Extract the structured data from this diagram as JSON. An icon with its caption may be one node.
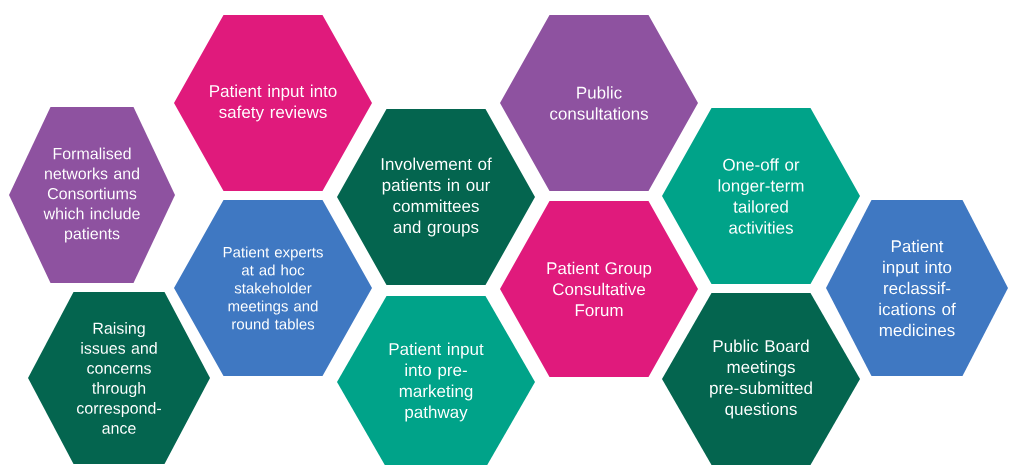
{
  "diagram": {
    "nodes": [
      {
        "text": [
          "Formalised networks and Consortiums which include patients"
        ]
      },
      {
        "text": [
          "Raising issues and concerns through correspond-ance"
        ]
      },
      {
        "text": [
          "Patient input into safety reviews"
        ]
      },
      {
        "text": [
          "Patient experts at ad hoc stakeholder meetings and round tables"
        ]
      },
      {
        "text": [
          "Involvement of patients in our committees and groups"
        ]
      },
      {
        "text": [
          "Patient input into pre-marketing pathway"
        ]
      },
      {
        "text": [
          "Public consultations"
        ]
      },
      {
        "text": [
          "Patient Group Consultative Forum"
        ]
      },
      {
        "text": [
          "One-off or longer-term tailored activities"
        ]
      },
      {
        "text": [
          "Public Board meetings pre-submitted questions"
        ]
      },
      {
        "text": [
          "Patient input into reclassif-ications of medicines"
        ]
      }
    ]
  }
}
